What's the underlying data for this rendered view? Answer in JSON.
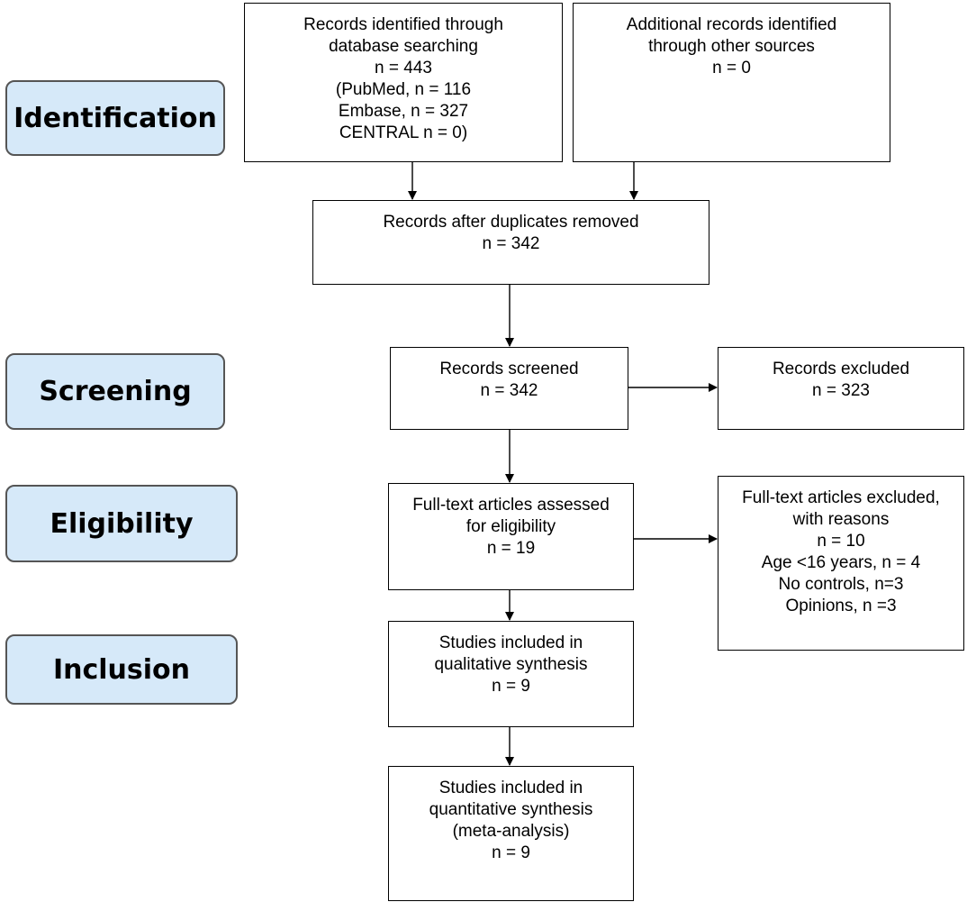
{
  "stages": {
    "identification": "Identification",
    "screening": "Screening",
    "eligibility": "Eligibility",
    "inclusion": "Inclusion"
  },
  "boxes": {
    "database_search": [
      "Records identified through",
      "database searching",
      "n = 443",
      "(PubMed, n = 116",
      "Embase, n = 327",
      "CENTRAL n = 0)"
    ],
    "other_sources": [
      "Additional records identified",
      "through other sources",
      "n = 0"
    ],
    "duplicates_removed": [
      "Records after duplicates removed",
      "n = 342"
    ],
    "screened": [
      "Records screened",
      "n = 342"
    ],
    "excluded": [
      "Records excluded",
      "n = 323"
    ],
    "fulltext_assessed": [
      "Full-text articles assessed",
      "for eligibility",
      "n = 19"
    ],
    "fulltext_excluded": [
      "Full-text articles excluded,",
      "with reasons",
      "n = 10",
      "Age <16 years, n = 4",
      "No controls, n=3",
      "Opinions, n =3"
    ],
    "qualitative": [
      "Studies included in",
      "qualitative synthesis",
      "n = 9"
    ],
    "quantitative": [
      "Studies included in",
      "quantitative synthesis",
      "(meta-analysis)",
      "n = 9"
    ]
  },
  "colors": {
    "stage_fill": "#d6e9f9",
    "stage_border": "#555555",
    "box_border": "#000000",
    "arrow": "#000000"
  }
}
